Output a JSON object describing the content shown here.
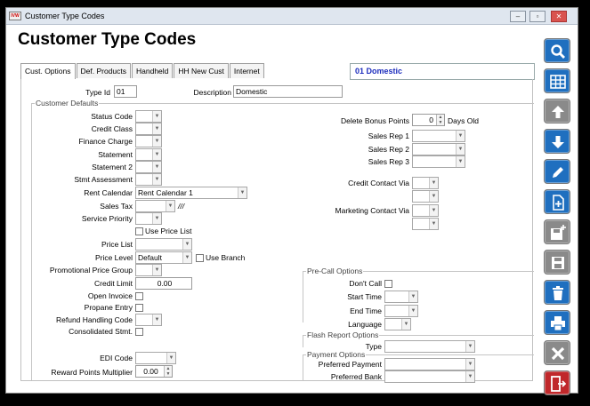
{
  "window": {
    "title": "Customer Type Codes",
    "icon_text": "IVW",
    "minimize": "–",
    "maximize": "▫",
    "close": "✕"
  },
  "heading": "Customer Type Codes",
  "tabs": [
    "Cust. Options",
    "Def. Products",
    "Handheld",
    "HH New Cust",
    "Internet"
  ],
  "active_tab": "Cust. Options",
  "record_display": "01  Domestic",
  "form": {
    "type_id_label": "Type Id",
    "type_id_value": "01",
    "description_label": "Description",
    "description_value": "Domestic",
    "group_customer_defaults": "Customer Defaults",
    "status_code": "Status Code",
    "credit_class": "Credit Class",
    "finance_charge": "Finance Charge",
    "statement": "Statement",
    "statement2": "Statement 2",
    "stmt_assessment": "Stmt Assessment",
    "rent_calendar": "Rent Calendar",
    "rent_calendar_value": "Rent Calendar 1",
    "sales_tax": "Sales Tax",
    "sales_tax_suffix": "///",
    "service_priority": "Service Priority",
    "use_price_list": "Use Price List",
    "price_list": "Price List",
    "price_level": "Price Level",
    "price_level_value": "Default",
    "use_branch": "Use Branch",
    "promotional_price_group": "Promotional Price Group",
    "credit_limit": "Credit Limit",
    "credit_limit_value": "0.00",
    "open_invoice": "Open Invoice",
    "propane_entry": "Propane Entry",
    "refund_handling_code": "Refund Handling Code",
    "consolidated_stmt": "Consolidated Stmt.",
    "edi_code": "EDI Code",
    "reward_points_multiplier": "Reward Points Multiplier",
    "reward_points_value": "0.00",
    "delete_bonus_points": "Delete Bonus Points",
    "delete_bonus_value": "0",
    "days_old": "Days Old",
    "sales_rep_1": "Sales Rep 1",
    "sales_rep_2": "Sales Rep 2",
    "sales_rep_3": "Sales Rep 3",
    "credit_contact_via": "Credit Contact Via",
    "marketing_contact_via": "Marketing Contact Via",
    "group_pre_call": "Pre-Call Options",
    "dont_call": "Don't Call",
    "start_time": "Start Time",
    "end_time": "End Time",
    "language": "Language",
    "group_flash": "Flash Report Options",
    "type": "Type",
    "group_payment": "Payment Options",
    "preferred_payment": "Preferred Payment",
    "preferred_bank": "Preferred Bank"
  },
  "sidebar_buttons": [
    {
      "name": "search",
      "color": "#1f6fbf"
    },
    {
      "name": "grid",
      "color": "#1f6fbf"
    },
    {
      "name": "up",
      "color": "#8a8a8a"
    },
    {
      "name": "down",
      "color": "#1f6fbf"
    },
    {
      "name": "edit",
      "color": "#1f6fbf"
    },
    {
      "name": "new",
      "color": "#1f6fbf"
    },
    {
      "name": "save-new",
      "color": "#8a8a8a"
    },
    {
      "name": "save",
      "color": "#8a8a8a"
    },
    {
      "name": "delete",
      "color": "#1f6fbf"
    },
    {
      "name": "print",
      "color": "#1f6fbf"
    },
    {
      "name": "cancel",
      "color": "#8a8a8a"
    },
    {
      "name": "exit",
      "color": "#c0282b"
    }
  ]
}
